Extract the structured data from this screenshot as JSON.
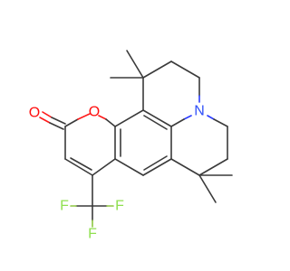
{
  "molecule": {
    "atoms": [
      {
        "id": "carbonyl_oxygen",
        "symbol": "O",
        "color": "#ff0d0d"
      },
      {
        "id": "ring_oxygen",
        "symbol": "O",
        "color": "#ff0d0d"
      },
      {
        "id": "nitrogen",
        "symbol": "N",
        "color": "#3050f8"
      },
      {
        "id": "fluorine_1",
        "symbol": "F",
        "color": "#90e050"
      },
      {
        "id": "fluorine_2",
        "symbol": "F",
        "color": "#90e050"
      },
      {
        "id": "fluorine_3",
        "symbol": "F",
        "color": "#90e050"
      }
    ],
    "bond_color": "#3a3a3a"
  }
}
